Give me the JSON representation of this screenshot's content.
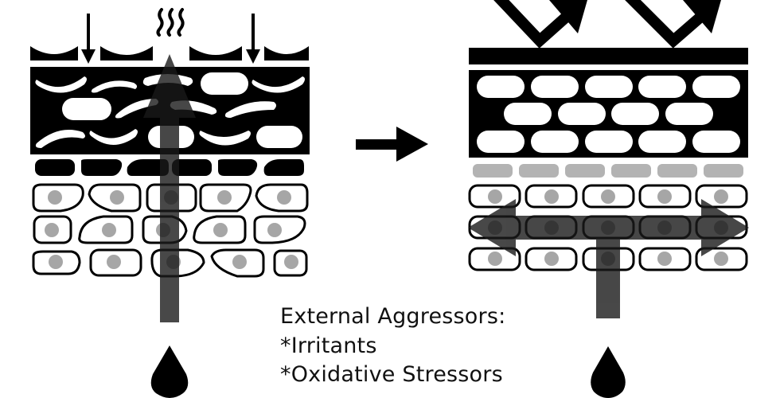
{
  "caption": {
    "title": "External Aggressors:",
    "items": [
      "*Irritants",
      "*Oxidative Stressors"
    ]
  },
  "colors": {
    "black": "#000000",
    "arrow_overlay": "#333333",
    "nucleus": "#a6a6a6",
    "basal_cells_gray": "#b3b3b3",
    "background": "#ffffff"
  },
  "panels": {
    "left": {
      "label": "damaged-barrier",
      "top_indicators": [
        "down-arrow",
        "heat-waves",
        "down-arrow"
      ],
      "bottom_icon": "water-drop-icon"
    },
    "right": {
      "label": "healthy-barrier",
      "top_indicators": [
        "reflected-arrow",
        "reflected-arrow"
      ],
      "bottom_icon": "water-drop-icon"
    }
  }
}
